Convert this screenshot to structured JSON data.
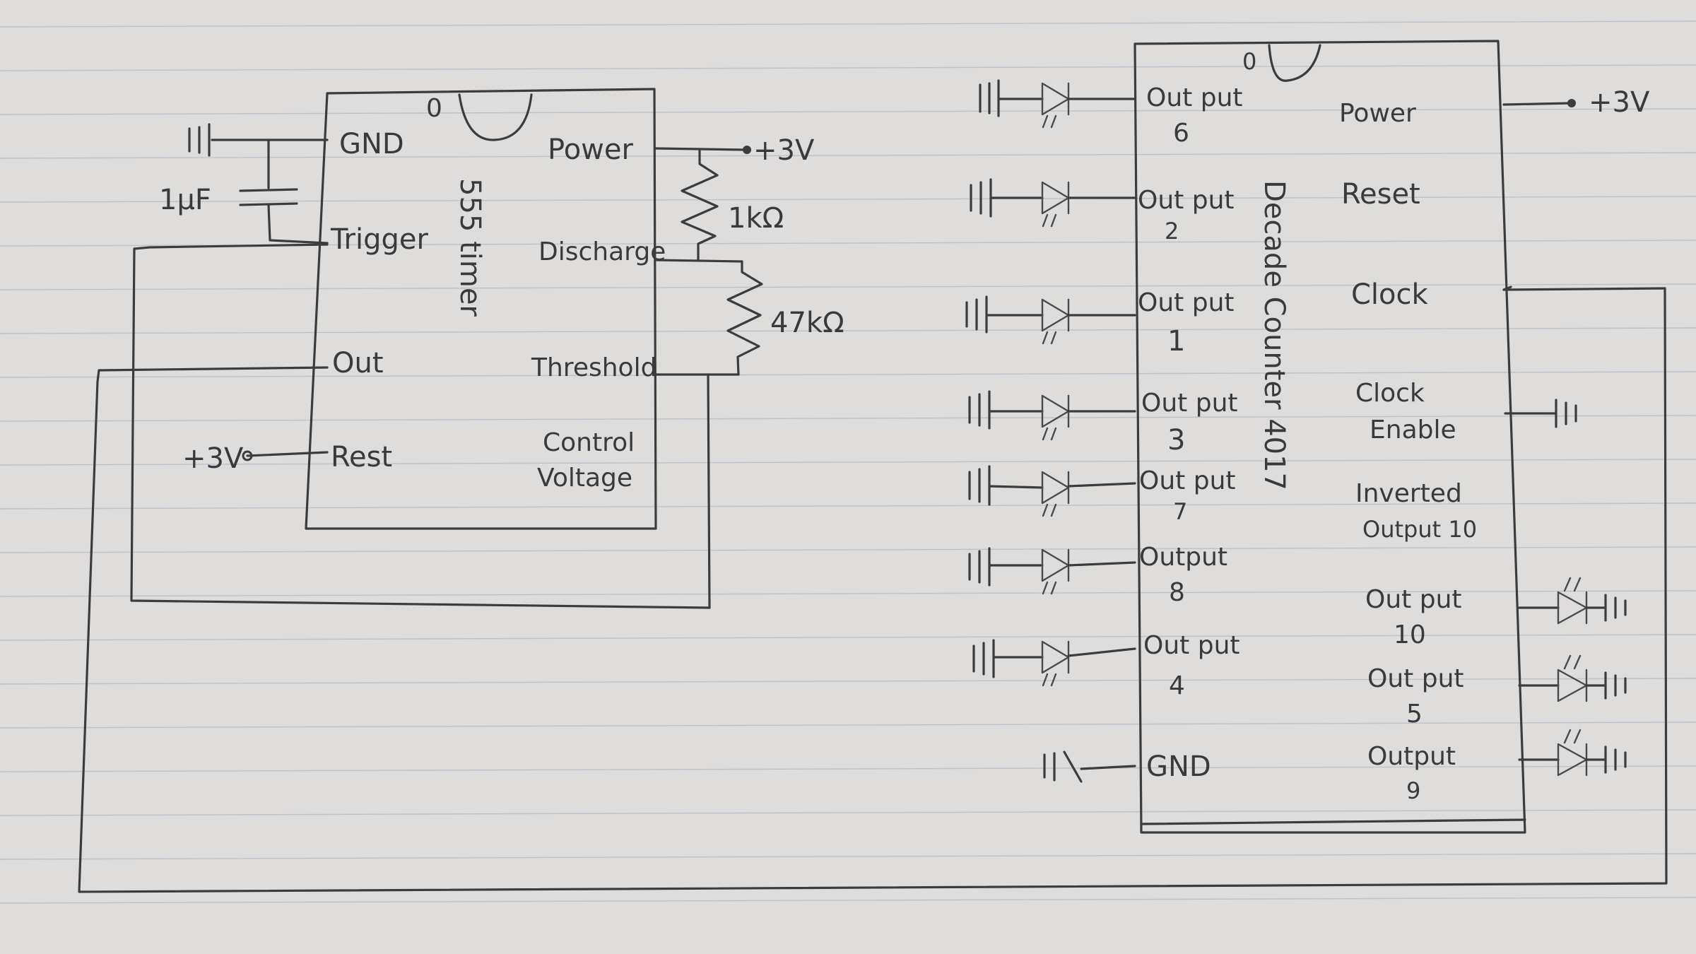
{
  "timer": {
    "chip_label": "555 timer",
    "notch_marker": "0",
    "pins_left": [
      "GND",
      "Trigger",
      "Out",
      "Rest"
    ],
    "pins_right": [
      "Power",
      "Discharge",
      "Threshold"
    ],
    "control_voltage": [
      "Control",
      "Voltage"
    ],
    "supply_power": "+3V",
    "supply_reset": "+3V",
    "capacitor": "1μF",
    "resistor_1": "1kΩ",
    "resistor_2": "47kΩ"
  },
  "counter": {
    "chip_label": "Decade Counter 4017",
    "notch_marker": "0",
    "supply": "+3V",
    "left_pins": [
      {
        "line1": "Out put",
        "line2": "6"
      },
      {
        "line1": "Out put",
        "line2": "2"
      },
      {
        "line1": "Out put",
        "line2": "1"
      },
      {
        "line1": "Out put",
        "line2": "3"
      },
      {
        "line1": "Out put",
        "line2": "7"
      },
      {
        "line1": "Output",
        "line2": "8"
      },
      {
        "line1": "Out put",
        "line2": "4"
      },
      {
        "line1": "GND",
        "line2": ""
      }
    ],
    "right_pins": [
      {
        "line1": "Power",
        "line2": ""
      },
      {
        "line1": "Reset",
        "line2": ""
      },
      {
        "line1": "Clock",
        "line2": ""
      },
      {
        "line1": "Clock",
        "line2": "Enable"
      },
      {
        "line1": "Inverted",
        "line2": "Output 10"
      },
      {
        "line1": "Out put",
        "line2": "10"
      },
      {
        "line1": "Out put",
        "line2": "5"
      },
      {
        "line1": "Output",
        "line2": "9"
      }
    ]
  }
}
